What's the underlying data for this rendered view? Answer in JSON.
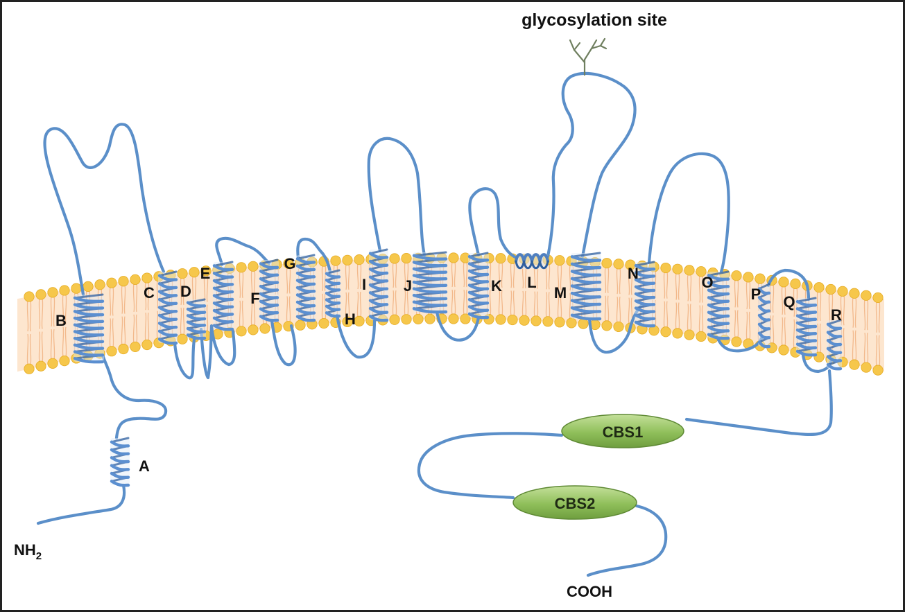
{
  "diagram": {
    "glycosylation_label": "glycosylation site",
    "n_terminus_label": "NH",
    "n_terminus_subscript": "2",
    "c_terminus_label": "COOH",
    "cbs_domains": [
      "CBS1",
      "CBS2"
    ],
    "helix_labels": [
      "A",
      "B",
      "C",
      "D",
      "E",
      "F",
      "G",
      "H",
      "I",
      "J",
      "K",
      "L",
      "M",
      "N",
      "O",
      "P",
      "Q",
      "R"
    ],
    "colors": {
      "chain": "#5b8fc9",
      "helix": "#4f7fbf",
      "lipid_head": "#f6c74b",
      "lipid_tail": "#f2b98c",
      "cbs_domain": "#8fbf5a",
      "glycan": "#6f7f5f"
    }
  }
}
